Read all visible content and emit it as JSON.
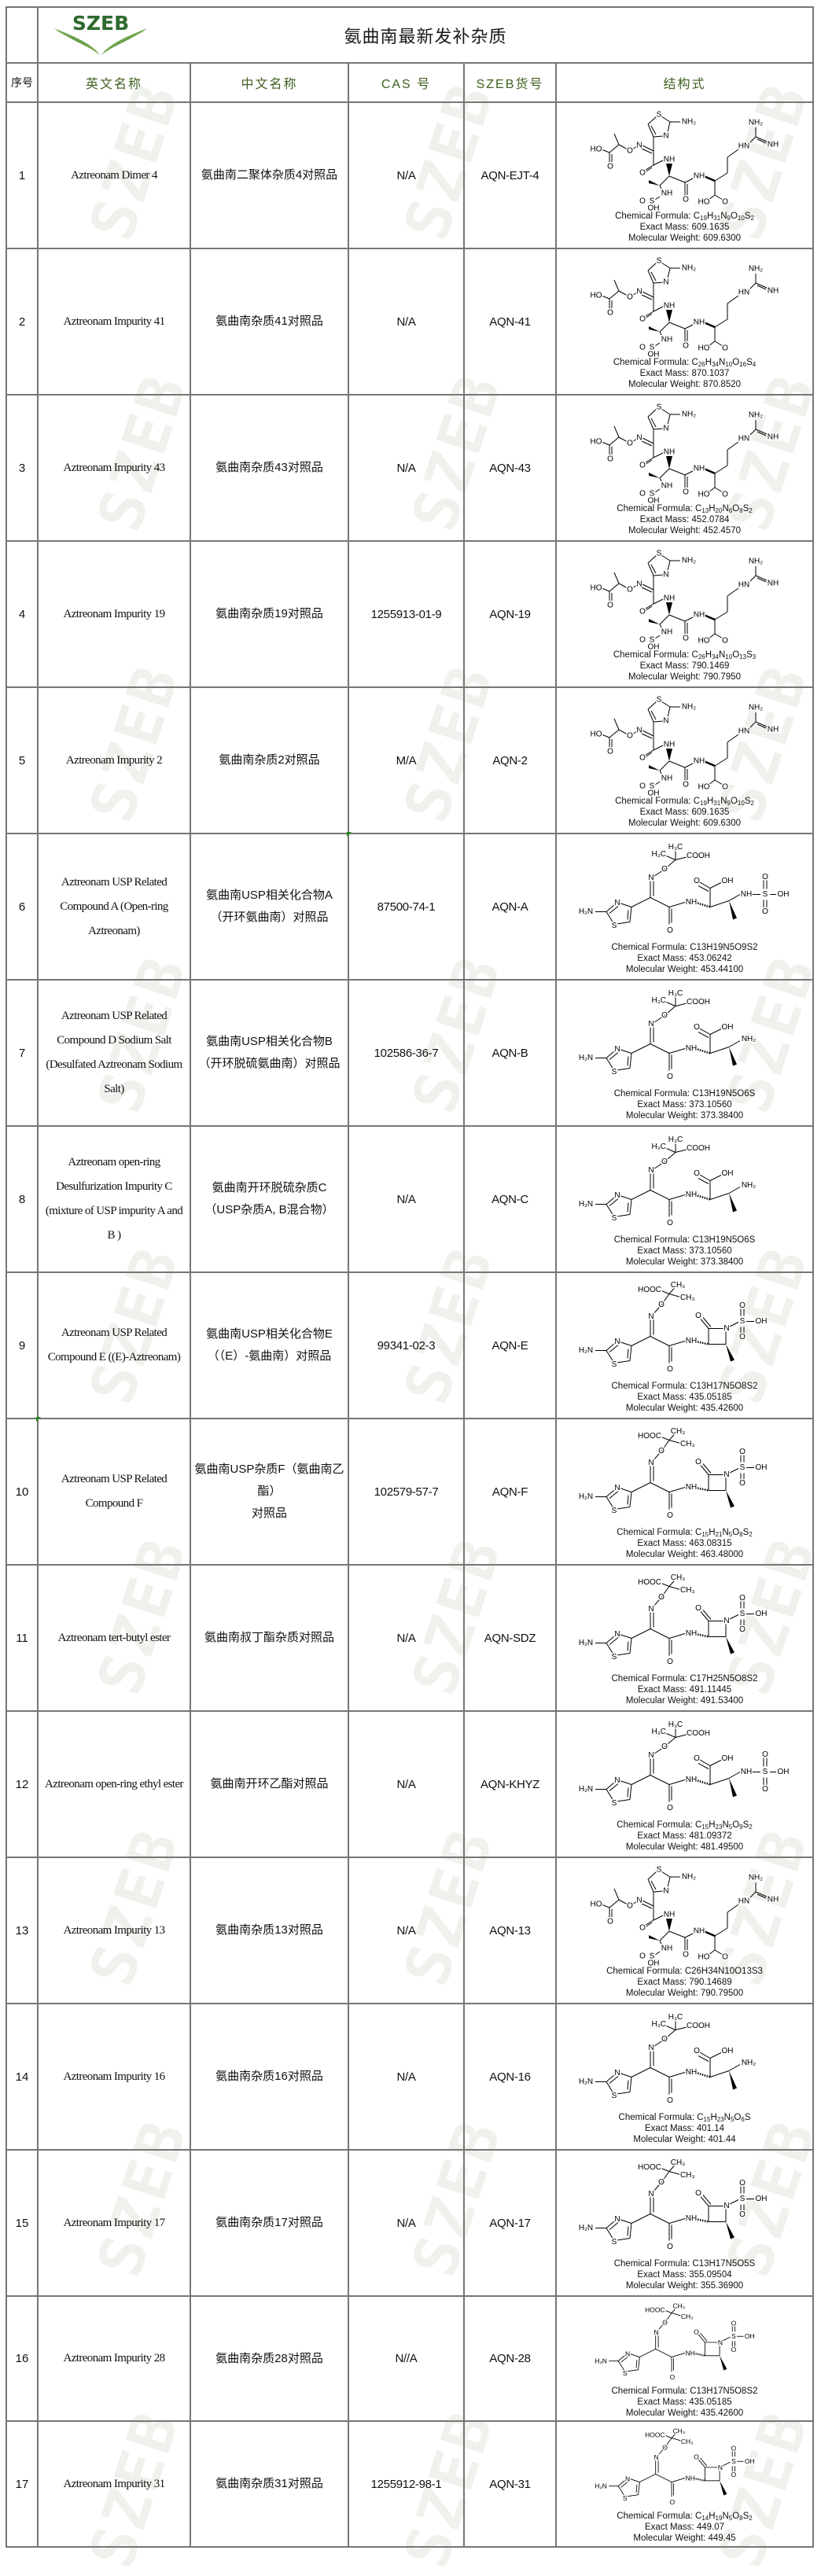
{
  "watermark": "SZEB",
  "logo": {
    "text": "SZEB"
  },
  "title": "氨曲南最新发补杂质",
  "columns": {
    "no": "序号",
    "english": "英文名称",
    "chinese": "中文名称",
    "cas": "CAS 号",
    "code": "SZEB货号",
    "structure": "结构式"
  },
  "labels": {
    "formula": "Chemical Formula:",
    "exact_mass": "Exact Mass:",
    "mol_weight": "Molecular Weight:"
  },
  "colors": {
    "header_text": "#3f5f1f",
    "logo_green": "#2d6a2e",
    "grid": "#767676"
  },
  "structures": {
    "open_ring": {
      "labels": [
        "N",
        "S",
        "H₂N",
        "N",
        "O",
        "H₃C",
        "H₃C",
        "COOH",
        "O",
        "NH",
        "O",
        "OH",
        "NH",
        "S",
        "O",
        "O",
        "OH"
      ]
    },
    "open_ring_amine": {
      "labels": [
        "N",
        "S",
        "H₂N",
        "N",
        "O",
        "H₃C",
        "H₃C",
        "COOH",
        "O",
        "NH",
        "O",
        "OH",
        "NH₂"
      ]
    },
    "monobactam": {
      "labels": [
        "N",
        "S",
        "H₂N",
        "N",
        "O",
        "HOOC",
        "CH₃",
        "CH₃",
        "O",
        "NH",
        "O",
        "N",
        "S",
        "O",
        "O",
        "OH"
      ]
    },
    "dimer": {
      "labels": [
        "S",
        "N",
        "NH₂",
        "N",
        "O",
        "HO",
        "O",
        "O",
        "NH",
        "NH",
        "O",
        "S",
        "O",
        "OH",
        "O",
        "NH",
        "HO",
        "O",
        "HN",
        "NH₂",
        "NH"
      ]
    }
  },
  "rows": [
    {
      "no": "1",
      "english": "Aztreonam Dimer 4",
      "chinese": "氨曲南二聚体杂质4对照品",
      "cas": "N/A",
      "code": "AQN-EJT-4",
      "structure_kind": "dimer",
      "formula": "C19H31N9O10S2",
      "formula_subscript": true,
      "exact_mass": "609.1635",
      "mol_weight": "609.6300"
    },
    {
      "no": "2",
      "english": "Aztreonam Impurity 41",
      "chinese": "氨曲南杂质41对照品",
      "cas": "N/A",
      "code": "AQN-41",
      "structure_kind": "dimer",
      "formula": "C26H34N10O16S4",
      "formula_subscript": true,
      "exact_mass": "870.1037",
      "mol_weight": "870.8520"
    },
    {
      "no": "3",
      "english": "Aztreonam Impurity 43",
      "chinese": "氨曲南杂质43对照品",
      "cas": "N/A",
      "code": "AQN-43",
      "structure_kind": "dimer",
      "formula": "C13H20N6O8S2",
      "formula_subscript": true,
      "exact_mass": "452.0784",
      "mol_weight": "452.4570"
    },
    {
      "no": "4",
      "english": "Aztreonam Impurity 19",
      "chinese": "氨曲南杂质19对照品",
      "cas": "1255913-01-9",
      "code": "AQN-19",
      "structure_kind": "dimer",
      "formula": "C26H34N10O13S3",
      "formula_subscript": true,
      "exact_mass": "790.1469",
      "mol_weight": "790.7950"
    },
    {
      "no": "5",
      "english": "Aztreonam Impurity 2",
      "chinese": "氨曲南杂质2对照品",
      "cas": "M/A",
      "code": "AQN-2",
      "structure_kind": "dimer",
      "formula": "C19H31N9O10S2",
      "formula_subscript": true,
      "exact_mass": "609.1635",
      "mol_weight": "609.6300"
    },
    {
      "no": "6",
      "english": "Aztreonam USP Related Compound A (Open-ring Aztreonam)",
      "chinese": "氨曲南USP相关化合物A\n（开环氨曲南）对照品",
      "cas": "87500-74-1",
      "code": "AQN-A",
      "structure_kind": "open_ring",
      "formula": "C13H19N5O9S2",
      "formula_subscript": false,
      "exact_mass": "453.06242",
      "mol_weight": "453.44100"
    },
    {
      "no": "7",
      "english": "Aztreonam USP Related Compound D Sodium Salt (Desulfated Aztreonam Sodium Salt)",
      "chinese": "氨曲南USP相关化合物B\n（开环脱硫氨曲南）对照品",
      "cas": "102586-36-7",
      "code": "AQN-B",
      "structure_kind": "open_ring_amine",
      "formula": "C13H19N5O6S",
      "formula_subscript": false,
      "exact_mass": "373.10560",
      "mol_weight": "373.38400"
    },
    {
      "no": "8",
      "english": "Aztreonam open-ring Desulfurization Impurity C (mixture of USP impurity A and B )",
      "chinese": "氨曲南开环脱硫杂质C\n（USP杂质A, B混合物）",
      "cas": "N/A",
      "code": "AQN-C",
      "structure_kind": "open_ring_amine",
      "formula": "C13H19N5O6S",
      "formula_subscript": false,
      "exact_mass": "373.10560",
      "mol_weight": "373.38400"
    },
    {
      "no": "9",
      "english": "Aztreonam USP Related Compound E ((E)-Aztreonam)",
      "chinese": "氨曲南USP相关化合物E\n（（E）-氨曲南）对照品",
      "cas": "99341-02-3",
      "code": "AQN-E",
      "structure_kind": "monobactam",
      "formula": "C13H17N5O8S2",
      "formula_subscript": false,
      "exact_mass": "435.05185",
      "mol_weight": "435.42600"
    },
    {
      "no": "10",
      "english": "Aztreonam USP Related Compound F",
      "chinese": "氨曲南USP杂质F（氨曲南乙酯）\n对照品",
      "cas": "102579-57-7",
      "code": "AQN-F",
      "structure_kind": "monobactam",
      "formula": "C15H21N5O8S2",
      "formula_subscript": true,
      "exact_mass": "463.08315",
      "mol_weight": "463.48000"
    },
    {
      "no": "11",
      "english": "Aztreonam tert-butyl ester",
      "chinese": "氨曲南叔丁酯杂质对照品",
      "cas": "N/A",
      "code": "AQN-SDZ",
      "structure_kind": "monobactam",
      "formula": "C17H25N5O8S2",
      "formula_subscript": false,
      "exact_mass": "491.11445",
      "mol_weight": "491.53400"
    },
    {
      "no": "12",
      "english": "Aztreonam open-ring ethyl ester",
      "chinese": "氨曲南开环乙酯对照品",
      "cas": "N/A",
      "code": "AQN-KHYZ",
      "structure_kind": "open_ring",
      "formula": "C15H23N5O9S2",
      "formula_subscript": true,
      "exact_mass": "481.09372",
      "mol_weight": "481.49500"
    },
    {
      "no": "13",
      "english": "Aztreonam Impurity 13",
      "chinese": "氨曲南杂质13对照品",
      "cas": "N/A",
      "code": "AQN-13",
      "structure_kind": "dimer",
      "formula": "C26H34N10O13S3",
      "formula_subscript": false,
      "exact_mass": "790.14689",
      "mol_weight": "790.79500"
    },
    {
      "no": "14",
      "english": "Aztreonam Impurity 16",
      "chinese": "氨曲南杂质16对照品",
      "cas": "N/A",
      "code": "AQN-16",
      "structure_kind": "open_ring_amine",
      "formula": "C15H23N5O6S",
      "formula_subscript": true,
      "exact_mass": "401.14",
      "mol_weight": "401.44"
    },
    {
      "no": "15",
      "english": "Aztreonam Impurity 17",
      "chinese": "氨曲南杂质17对照品",
      "cas": "N/A",
      "code": "AQN-17",
      "structure_kind": "monobactam",
      "formula": "C13H17N5O5S",
      "formula_subscript": false,
      "exact_mass": "355.09504",
      "mol_weight": "355.36900"
    },
    {
      "no": "16",
      "english": "Aztreonam Impurity 28",
      "chinese": "氨曲南杂质28对照品",
      "cas": "N//A",
      "code": "AQN-28",
      "structure_kind": "monobactam",
      "formula": "C13H17N5O8S2",
      "formula_subscript": false,
      "exact_mass": "435.05185",
      "mol_weight": "435.42600"
    },
    {
      "no": "17",
      "english": "Aztreonam Impurity 31",
      "chinese": "氨曲南杂质31对照品",
      "cas": "1255912-98-1",
      "code": "AQN-31",
      "structure_kind": "monobactam",
      "formula": "C14H19N5O8S2",
      "formula_subscript": true,
      "exact_mass": "449.07",
      "mol_weight": "449.45"
    }
  ]
}
